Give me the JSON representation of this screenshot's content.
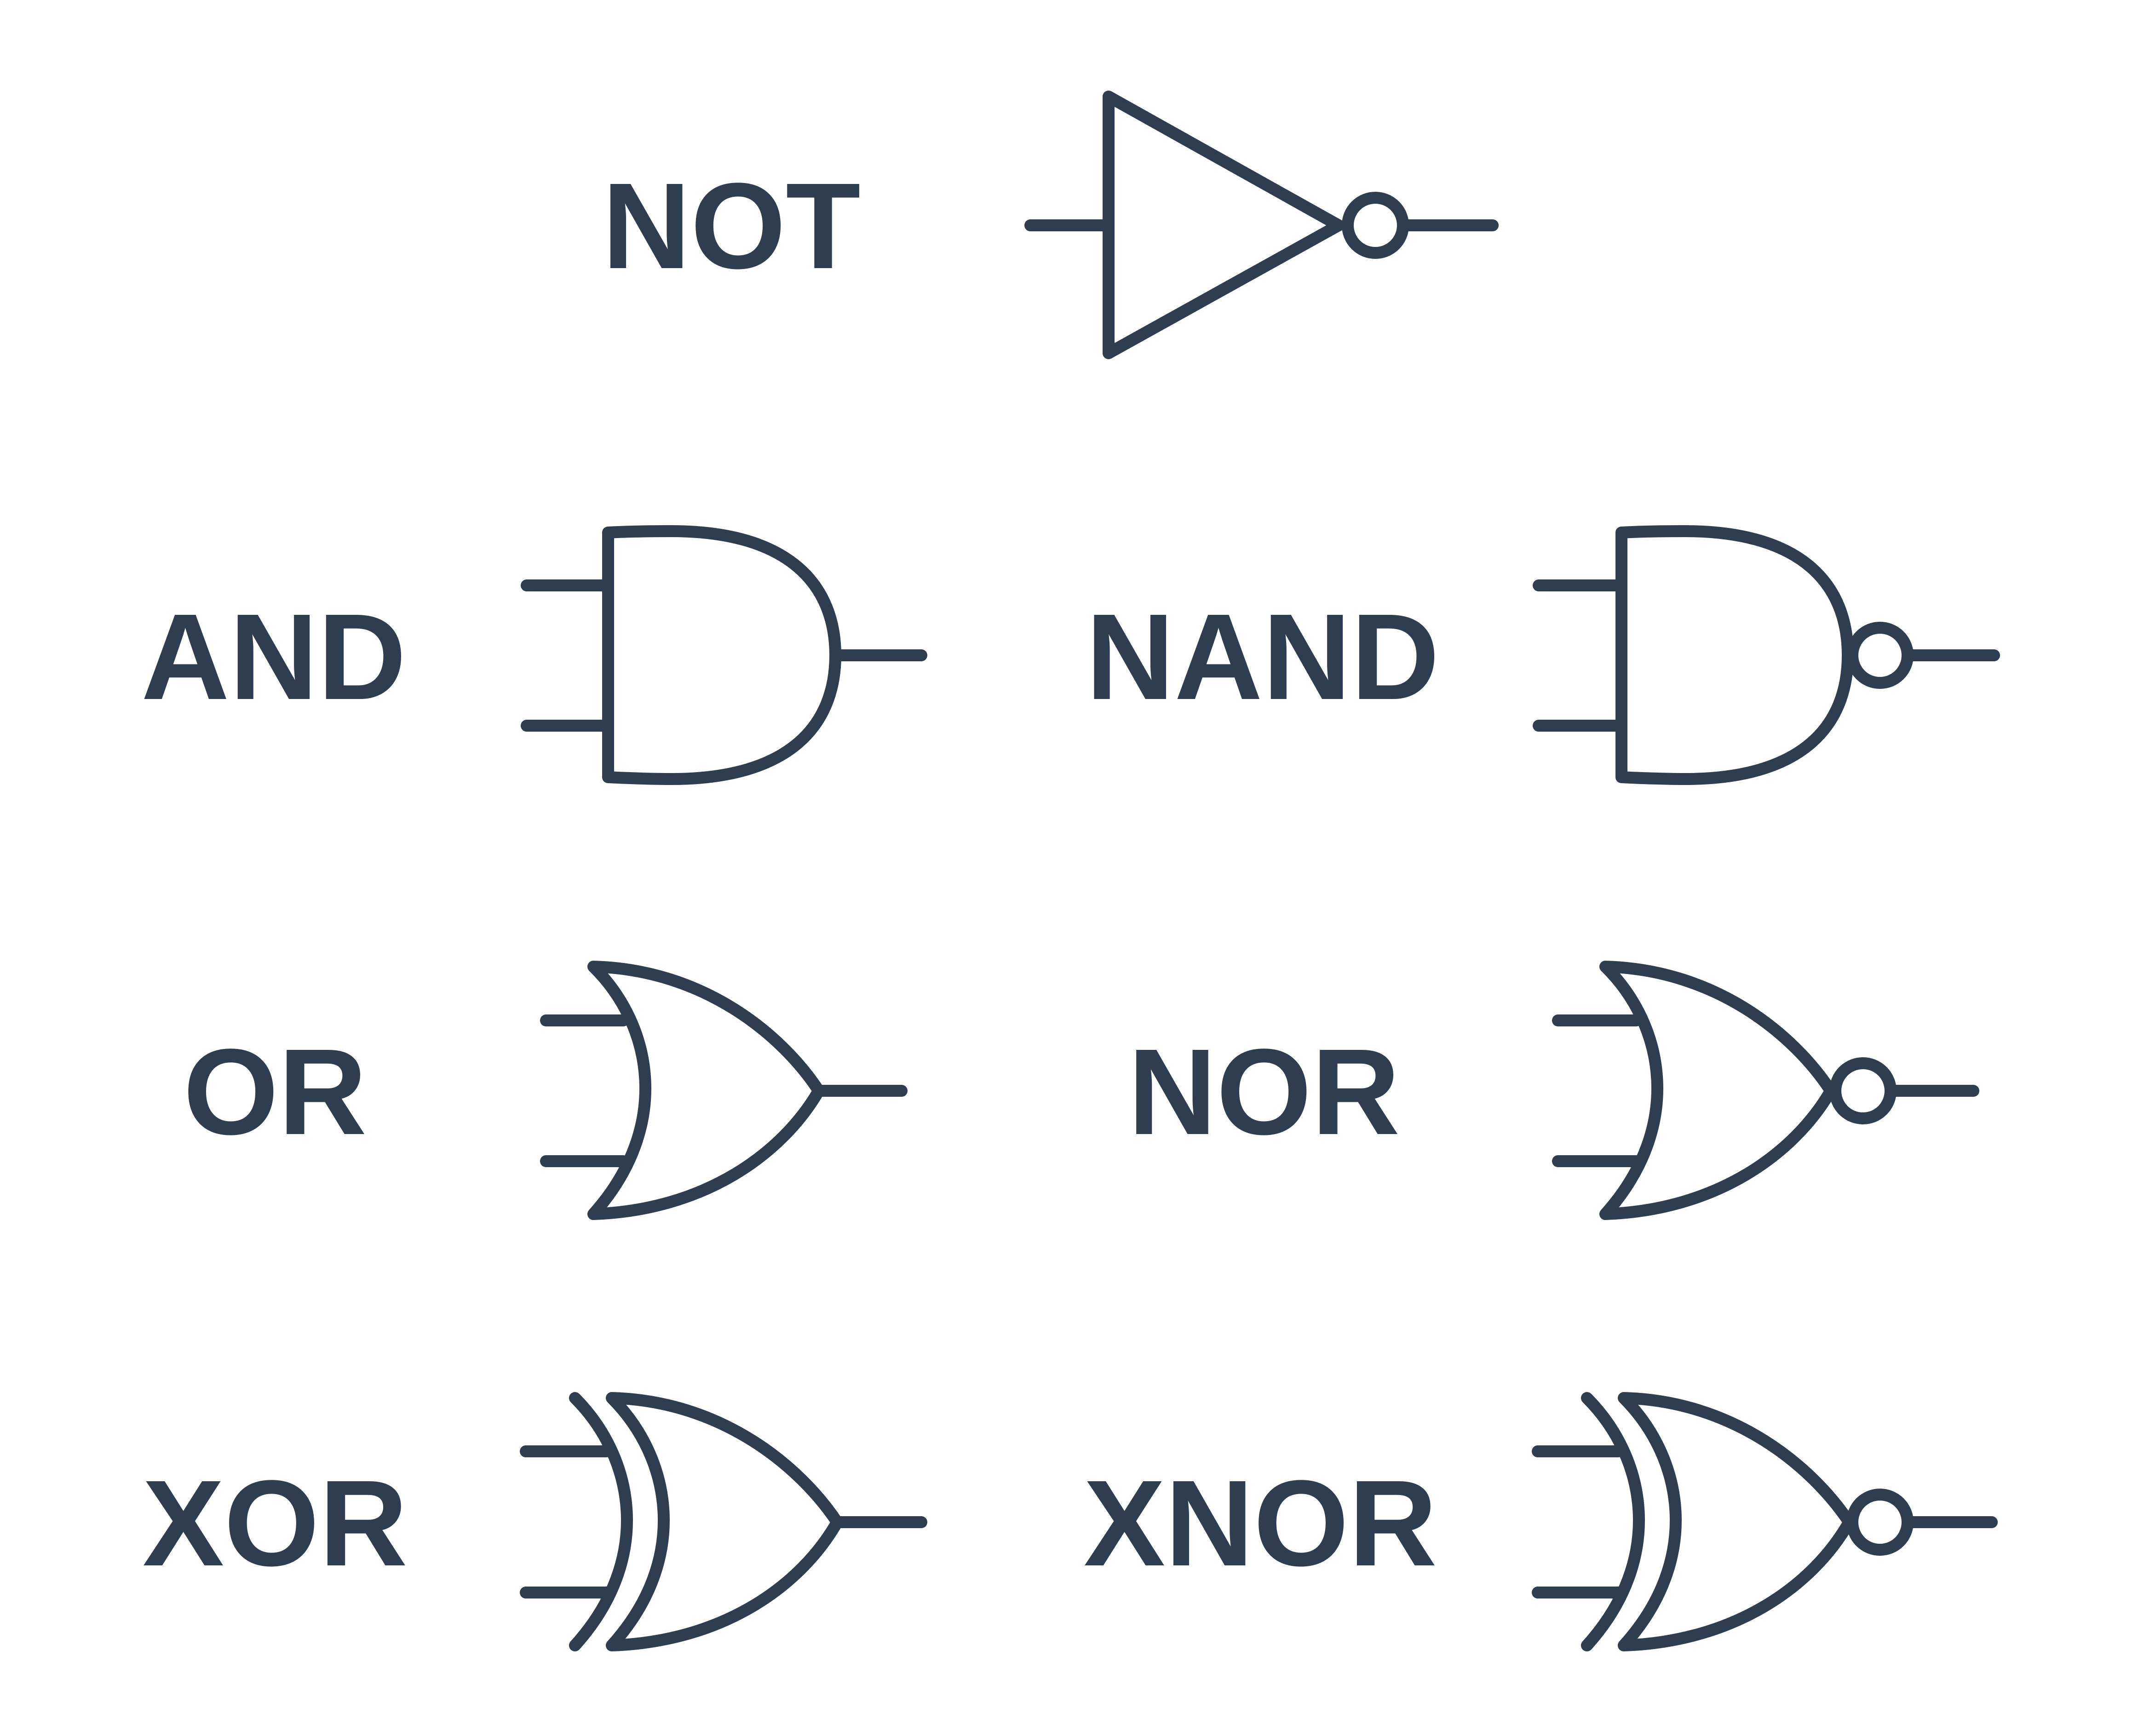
{
  "colors": {
    "ink": "#2e3e50",
    "background": "#ffffff"
  },
  "gates": [
    {
      "id": "not",
      "label": "NOT",
      "symbol": "inverter"
    },
    {
      "id": "and",
      "label": "AND",
      "symbol": "and"
    },
    {
      "id": "nand",
      "label": "NAND",
      "symbol": "and",
      "inverted_output": true
    },
    {
      "id": "or",
      "label": "OR",
      "symbol": "or"
    },
    {
      "id": "nor",
      "label": "NOR",
      "symbol": "or",
      "inverted_output": true
    },
    {
      "id": "xor",
      "label": "XOR",
      "symbol": "xor"
    },
    {
      "id": "xnor",
      "label": "XNOR",
      "symbol": "xor",
      "inverted_output": true
    }
  ]
}
